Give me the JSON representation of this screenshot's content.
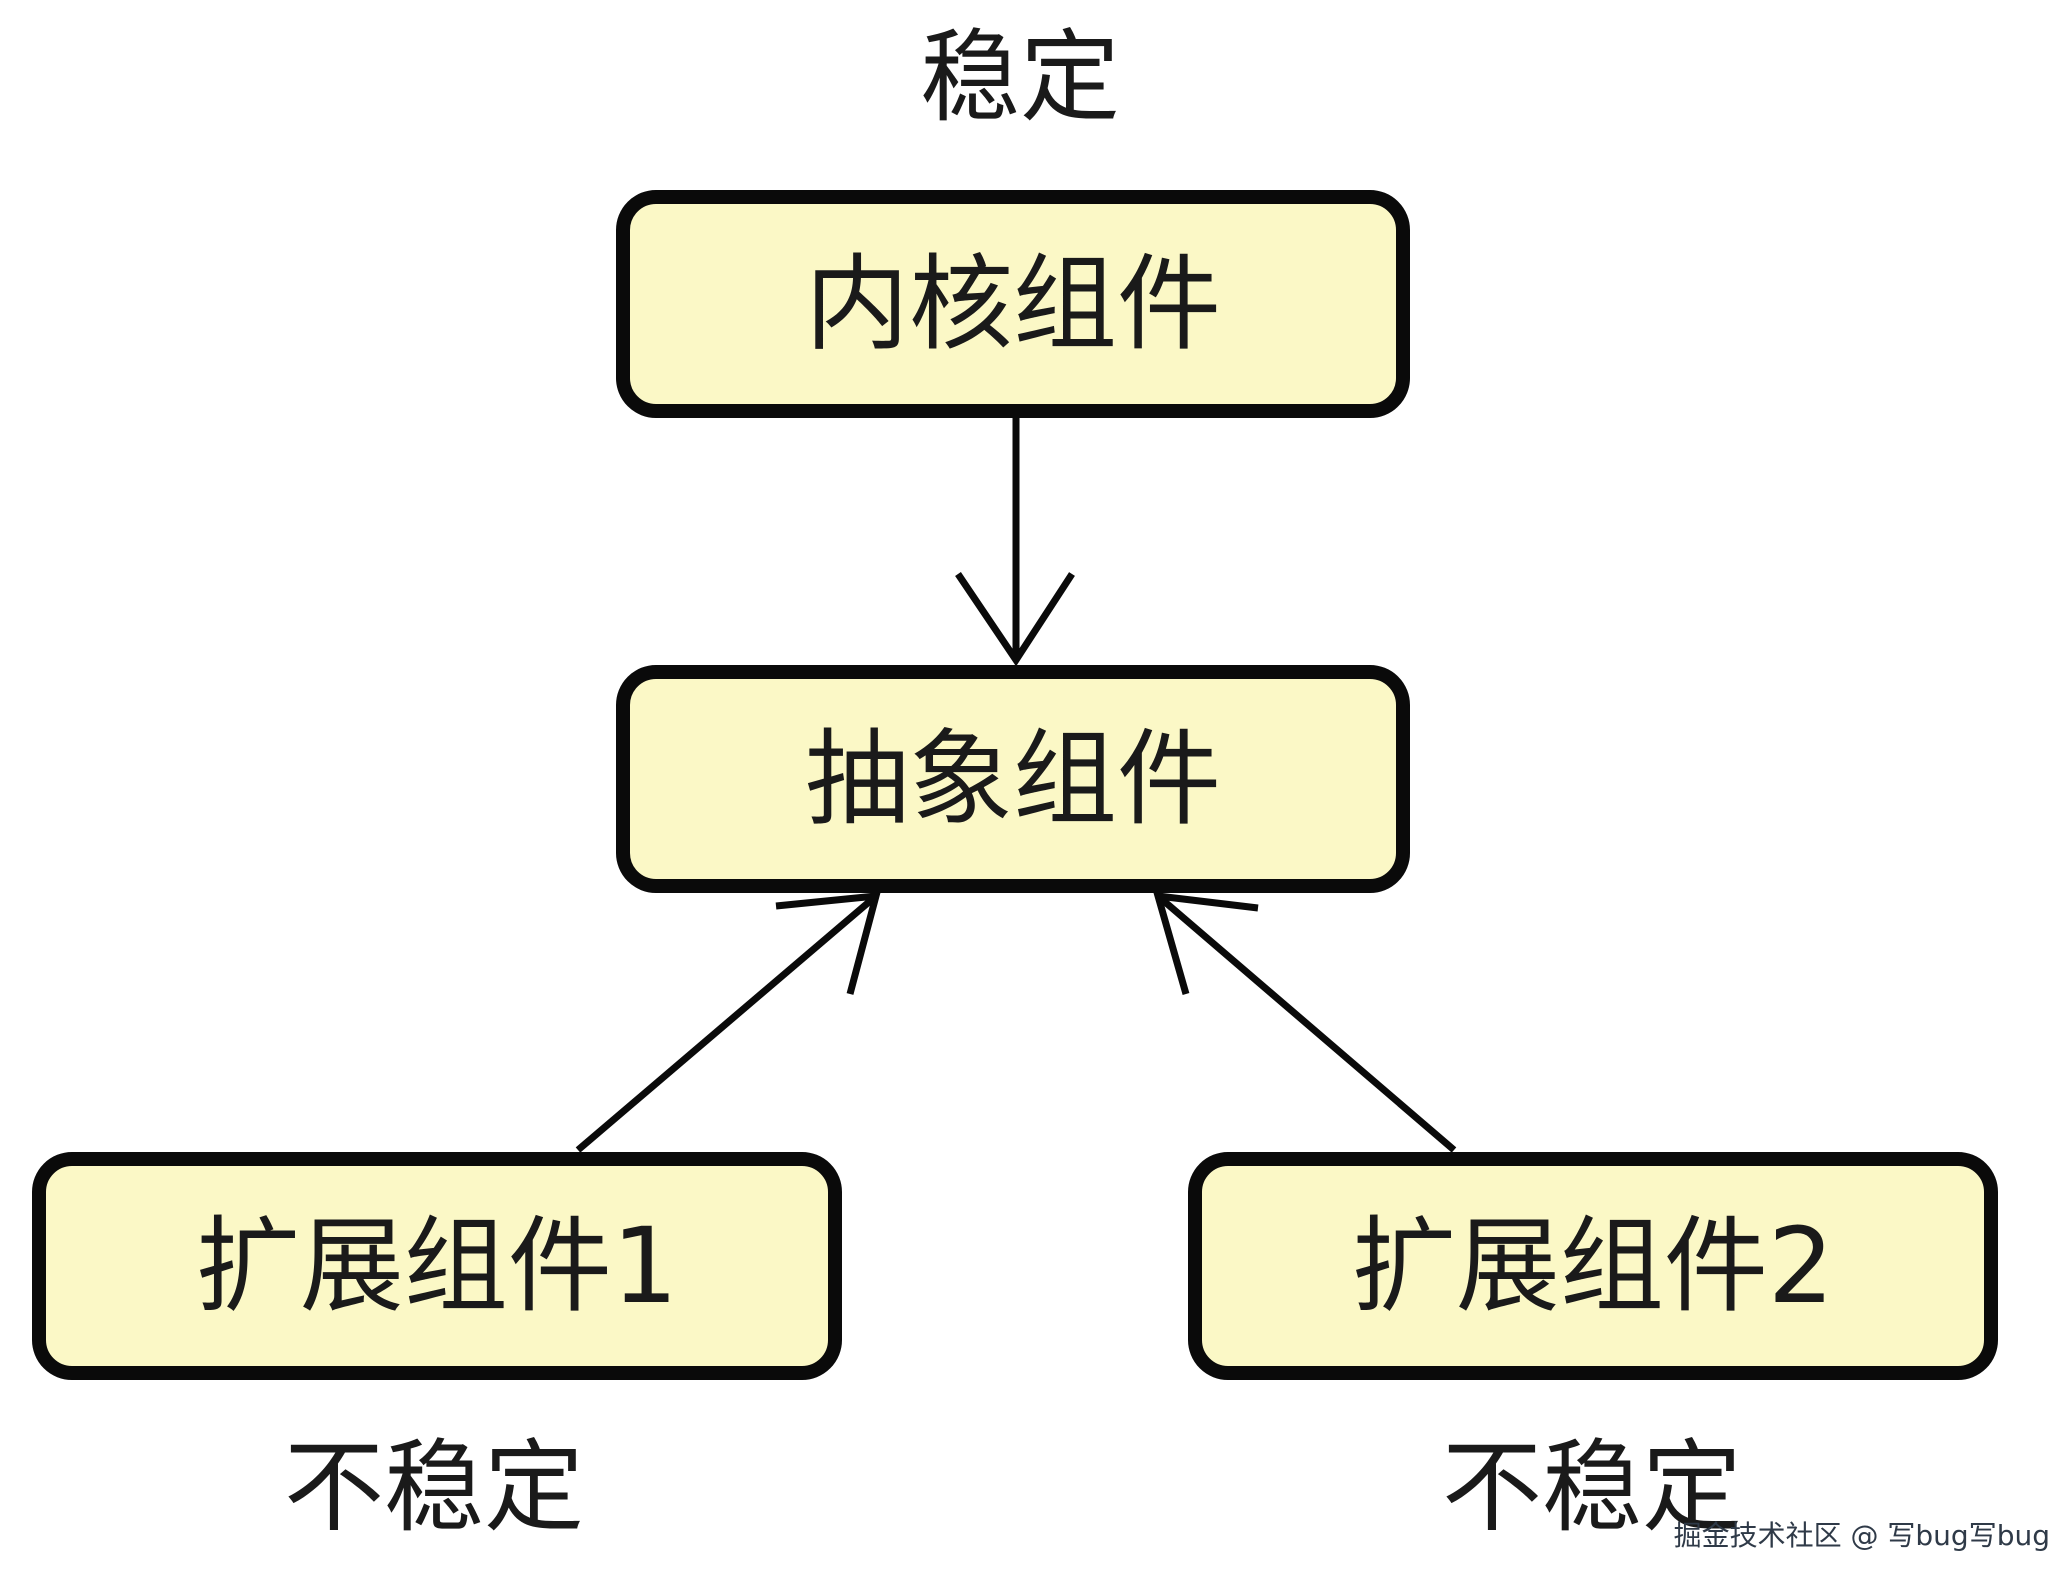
{
  "diagram": {
    "stable_label": "稳定",
    "nodes": {
      "core": "内核组件",
      "abstract": "抽象组件",
      "ext1": "扩展组件1",
      "ext2": "扩展组件2"
    },
    "unstable_label_1": "不稳定",
    "unstable_label_2": "不稳定",
    "edges": [
      {
        "from": "core",
        "to": "abstract"
      },
      {
        "from": "ext1",
        "to": "abstract"
      },
      {
        "from": "ext2",
        "to": "abstract"
      }
    ]
  },
  "colors": {
    "node_fill": "#fbf8c6",
    "node_border": "#0a0a0a",
    "arrow": "#0a0a0a"
  },
  "watermark": "掘金技术社区 @ 写bug写bug"
}
